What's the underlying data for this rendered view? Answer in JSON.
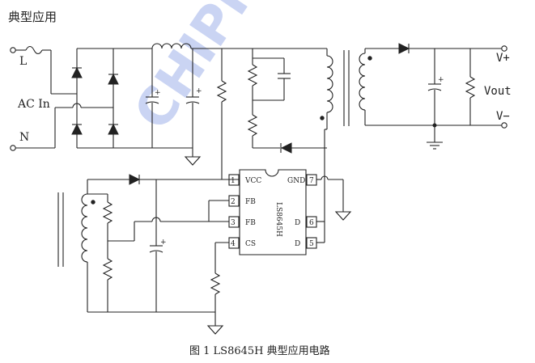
{
  "heading": "典型应用",
  "watermark": "CHIPHI",
  "caption": "图 1   LS8645H 典型应用电路",
  "labels": {
    "line": "L",
    "ac_in": "AC In",
    "neutral": "N",
    "v_plus": "V+",
    "v_minus": "V−",
    "vout": "Vout",
    "plus": "+"
  },
  "ic": {
    "name": "LS8645H",
    "pins": [
      {
        "num": "1",
        "name": "VCC"
      },
      {
        "num": "2",
        "name": "FB"
      },
      {
        "num": "3",
        "name": "FB"
      },
      {
        "num": "4",
        "name": "CS"
      },
      {
        "num": "5",
        "name": "D"
      },
      {
        "num": "6",
        "name": "D"
      },
      {
        "num": "7",
        "name": "GND"
      }
    ]
  }
}
